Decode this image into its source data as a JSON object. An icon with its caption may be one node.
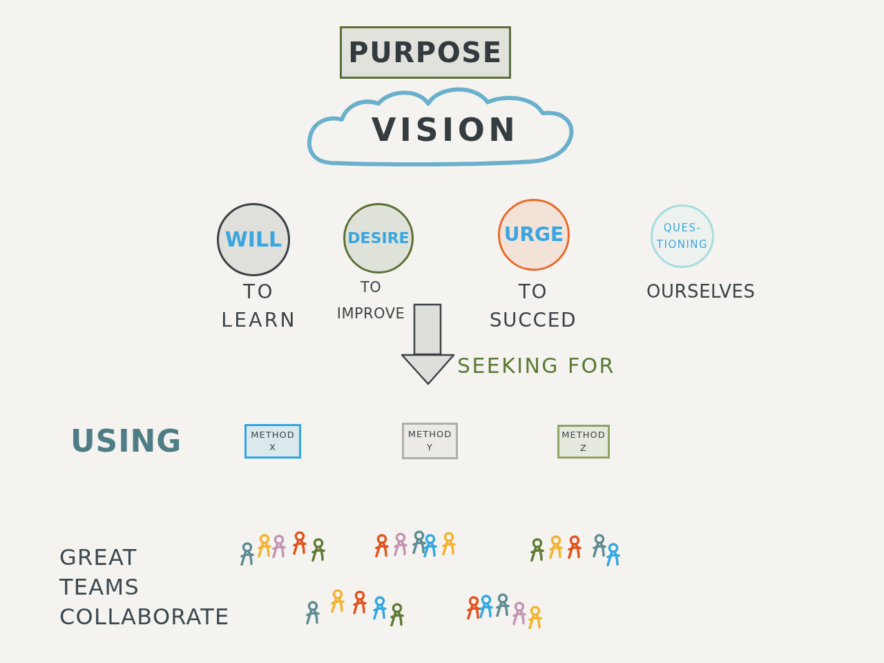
{
  "diagram": {
    "nodes": [
      {
        "text": [
          "PURPOSE"
        ]
      },
      {
        "text": [
          "VISION"
        ]
      },
      {
        "text": [
          "WILL"
        ],
        "beside": [
          "TO LEARN"
        ]
      },
      {
        "text": [
          "DESIRE"
        ],
        "beside": [
          "TO IMPROVE"
        ]
      },
      {
        "text": [
          "URGE"
        ],
        "beside": [
          "TO SUCCED"
        ]
      },
      {
        "text": [
          "QUES- TIONING"
        ],
        "beside": [
          "OURSELVES"
        ]
      },
      {
        "text": [
          "METHOD X"
        ]
      },
      {
        "text": [
          "METHOD Y"
        ]
      },
      {
        "text": [
          "METHOD Z"
        ]
      }
    ],
    "labels": [
      "SEEKING FOR",
      "USING",
      "GREAT TEAMS COLLABORATE"
    ]
  }
}
